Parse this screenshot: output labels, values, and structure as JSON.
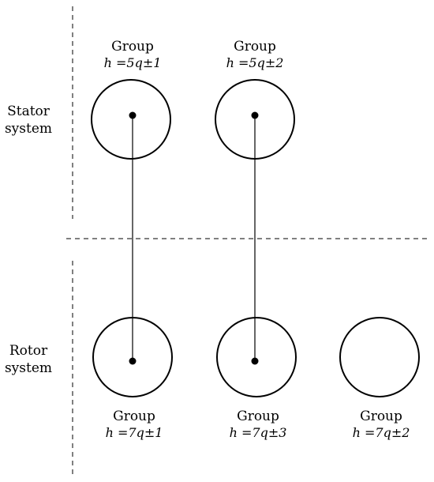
{
  "row_labels": {
    "stator": [
      "Stator",
      "system"
    ],
    "rotor": [
      "Rotor",
      "system"
    ]
  },
  "stator_groups": [
    {
      "title": "Group",
      "formula": "h =5q±1"
    },
    {
      "title": "Group",
      "formula": "h =5q±2"
    }
  ],
  "rotor_groups": [
    {
      "title": "Group",
      "formula": "h =7q±1"
    },
    {
      "title": "Group",
      "formula": "h =7q±3"
    },
    {
      "title": "Group",
      "formula": "h =7q±2"
    }
  ],
  "connections": [
    {
      "from": "stator_groups.0",
      "to": "rotor_groups.0"
    },
    {
      "from": "stator_groups.1",
      "to": "rotor_groups.1"
    }
  ]
}
